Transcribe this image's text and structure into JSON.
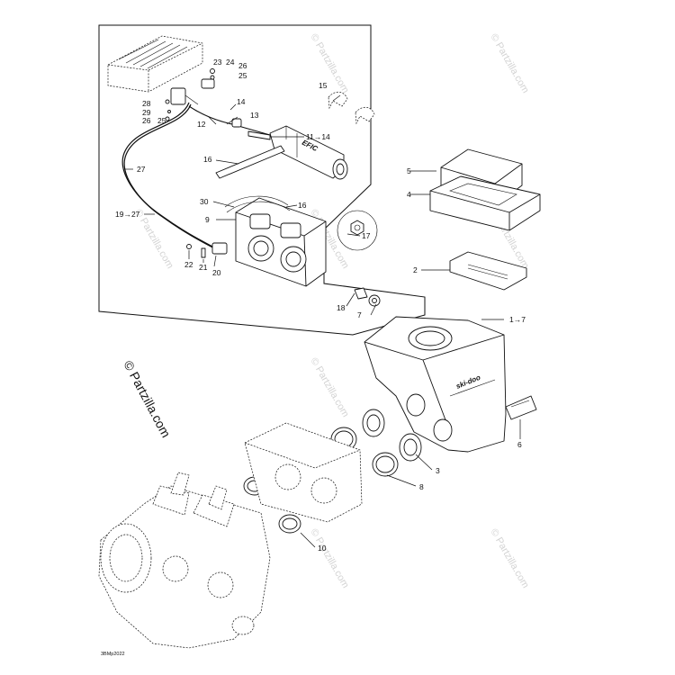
{
  "watermark": {
    "text": "© Partzilla.com",
    "color": "#d4d4d4"
  },
  "drawing_code": "3BMp2022",
  "brand_label": "ski-doo",
  "callouts": [
    "1→7",
    "2",
    "3",
    "4",
    "5",
    "6",
    "7",
    "8",
    "9",
    "10",
    "11→14",
    "12",
    "13",
    "14",
    "15",
    "16",
    "16",
    "17",
    "18",
    "19→27",
    "20",
    "21",
    "22",
    "23",
    "24",
    "25",
    "25",
    "26",
    "26",
    "27",
    "28",
    "29",
    "30"
  ]
}
